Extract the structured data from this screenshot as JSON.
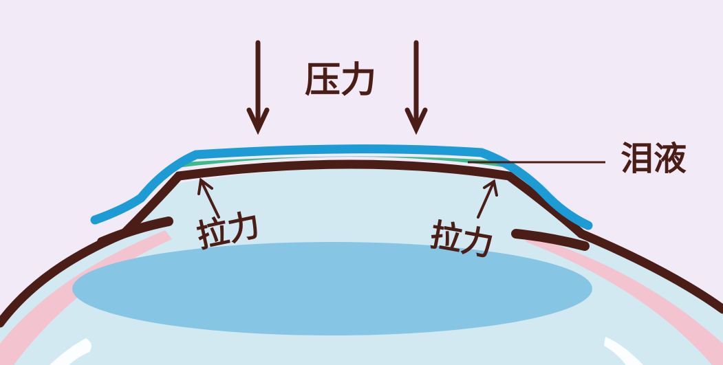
{
  "labels": {
    "pressure": "压力",
    "tear_fluid": "泪液",
    "pull_left": "拉力",
    "pull_right": "拉力"
  },
  "colors": {
    "background": "#f2eaf7",
    "outline": "#4b1d17",
    "lens": "#1d9bd5",
    "tear_film": "#3dba8a",
    "eye_fill": "#cfe6ef",
    "iris": "#86c6e4",
    "eyelid": "#f3c3cf"
  },
  "icons": [
    "pressure-arrow-icon",
    "pull-arrow-icon"
  ]
}
